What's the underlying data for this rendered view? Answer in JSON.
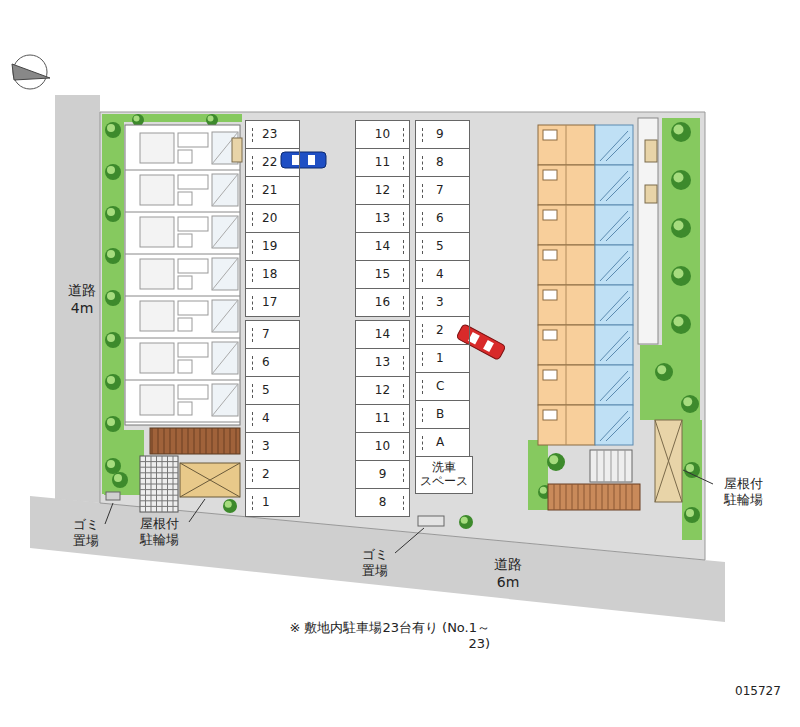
{
  "diagram": {
    "nodes": [
      {
        "text": [
          "23"
        ]
      },
      {
        "text": [
          "22"
        ]
      },
      {
        "text": [
          "21"
        ]
      },
      {
        "text": [
          "20"
        ]
      },
      {
        "text": [
          "19"
        ]
      },
      {
        "text": [
          "18"
        ]
      },
      {
        "text": [
          "17"
        ]
      },
      {
        "text": [
          "10"
        ]
      },
      {
        "text": [
          "11"
        ]
      },
      {
        "text": [
          "12"
        ]
      },
      {
        "text": [
          "13"
        ]
      },
      {
        "text": [
          "14"
        ]
      },
      {
        "text": [
          "15"
        ]
      },
      {
        "text": [
          "16"
        ]
      },
      {
        "text": [
          "9"
        ]
      },
      {
        "text": [
          "8"
        ]
      },
      {
        "text": [
          "7"
        ]
      },
      {
        "text": [
          "6"
        ]
      },
      {
        "text": [
          "5"
        ]
      },
      {
        "text": [
          "4"
        ]
      },
      {
        "text": [
          "3"
        ]
      },
      {
        "text": [
          "2"
        ]
      },
      {
        "text": [
          "1"
        ]
      },
      {
        "text": [
          "C"
        ]
      },
      {
        "text": [
          "B"
        ]
      },
      {
        "text": [
          "A"
        ]
      },
      {
        "text": [
          "洗車 スペース"
        ]
      },
      {
        "text": [
          "7"
        ]
      },
      {
        "text": [
          "6"
        ]
      },
      {
        "text": [
          "5"
        ]
      },
      {
        "text": [
          "4"
        ]
      },
      {
        "text": [
          "3"
        ]
      },
      {
        "text": [
          "2"
        ]
      },
      {
        "text": [
          "1"
        ]
      },
      {
        "text": [
          "14"
        ]
      },
      {
        "text": [
          "13"
        ]
      },
      {
        "text": [
          "12"
        ]
      },
      {
        "text": [
          "11"
        ]
      },
      {
        "text": [
          "10"
        ]
      },
      {
        "text": [
          "9"
        ]
      },
      {
        "text": [
          "8"
        ]
      }
    ],
    "labels": [
      "道路 4m",
      "ゴミ 置場",
      "屋根付 駐輪場",
      "ゴミ 置場",
      "道路 6m",
      "屋根付 駐輪場",
      "※ 敷地内駐車場23台有り (No.1～23)",
      "015727"
    ]
  }
}
